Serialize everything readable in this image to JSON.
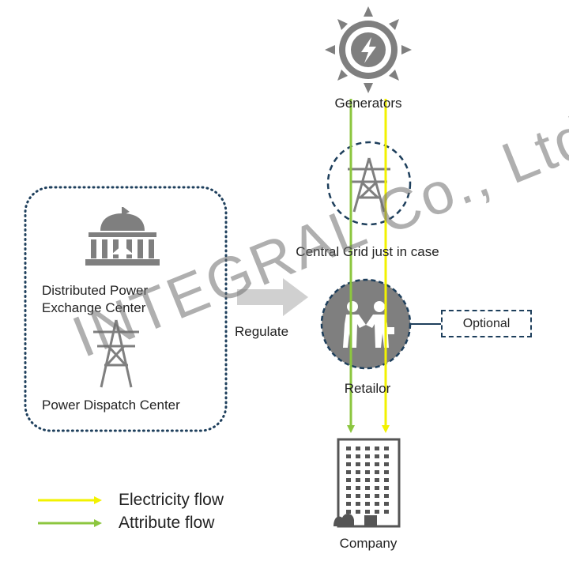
{
  "nodes": {
    "generators": "Generators",
    "central_grid": "Central Grid just in case",
    "retailer": "Retailor",
    "company": "Company",
    "exchange_line1": "Distributed Power",
    "exchange_line2": "Exchange Center",
    "dispatch": "Power Dispatch Center",
    "regulate": "Regulate",
    "optional": "Optional"
  },
  "legend": {
    "electricity": "Electricity flow",
    "attribute": "Attribute flow"
  },
  "watermark": "INTEGRAL Co., Ltd",
  "colors": {
    "electricity_flow": "#f2f200",
    "attribute_flow": "#8cc63f",
    "icon_gray": "#7f7f7f",
    "dashed_navy": "#1e3f5c",
    "arrow_gray": "#c8c8c8"
  },
  "icons": {
    "generators": "sun-lightning-icon",
    "central_grid": "transmission-tower-icon",
    "retailer": "handshake-people-icon",
    "company": "office-building-icon",
    "exchange": "government-building-icon",
    "dispatch": "transmission-tower-icon"
  }
}
